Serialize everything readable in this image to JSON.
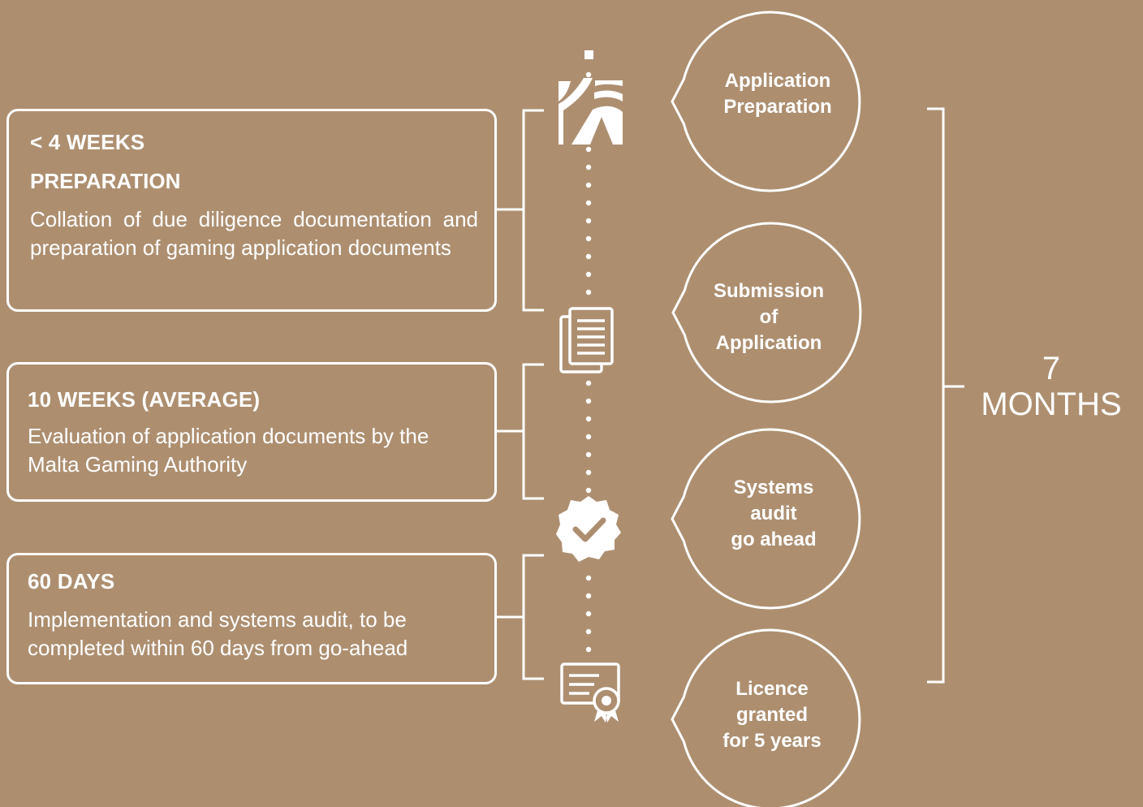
{
  "steps": [
    {
      "duration": "< 4 WEEKS",
      "title": "PREPARATION",
      "description": "Collation of due diligence  documentation and preparation of gaming application documents"
    },
    {
      "duration": "10 WEEKS (AVERAGE)",
      "title": "",
      "description": "Evaluation of application documents by the Malta Gaming Authority"
    },
    {
      "duration": "60 DAYS",
      "title": "",
      "description": "Implementation and systems audit, to be completed within 60 days from go-ahead"
    }
  ],
  "milestones": [
    {
      "label_lines": [
        "Application",
        "Preparation"
      ],
      "icon": "malta-gaming-authority-logo-icon"
    },
    {
      "label_lines": [
        "Submission",
        "of",
        "Application"
      ],
      "icon": "documents-icon"
    },
    {
      "label_lines": [
        "Systems",
        "audit",
        "go ahead"
      ],
      "icon": "verified-check-badge-icon"
    },
    {
      "label_lines": [
        "Licence",
        "granted",
        "for 5 years"
      ],
      "icon": "certificate-award-icon"
    }
  ],
  "total": {
    "number": "7",
    "unit": "MONTHS"
  },
  "colors": {
    "background": "#ad8f70",
    "foreground": "#ffffff"
  }
}
